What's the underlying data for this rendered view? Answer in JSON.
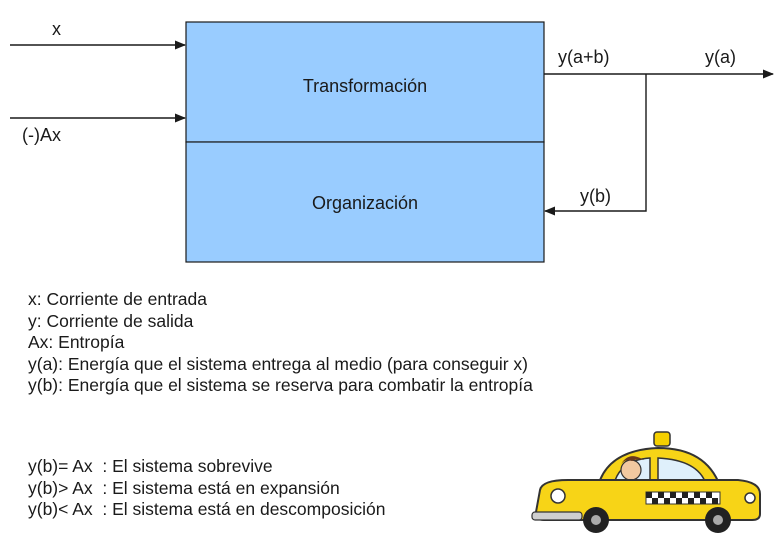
{
  "diagram": {
    "inputs": {
      "x": "x",
      "entropy": "(-)Ax"
    },
    "blocks": {
      "top": "Transformación",
      "bottom": "Organización"
    },
    "outputs": {
      "total": "y(a+b)",
      "environment": "y(a)",
      "feedback": "y(b)"
    },
    "colors": {
      "block_fill": "#99ccff",
      "line": "#1a1a1a"
    }
  },
  "legend": [
    "x: Corriente de entrada",
    "y: Corriente de salida",
    "Ax: Entropía",
    "y(a): Energía que el sistema entrega al medio (para conseguir x)",
    "y(b): Energía que el sistema se reserva para combatir la entropía"
  ],
  "rules": [
    "y(b)= Ax  : El sistema sobrevive",
    "y(b)> Ax  : El sistema está en expansión",
    "y(b)< Ax  : El sistema está en descomposición"
  ],
  "illustration": {
    "icon": "taxi-cartoon-icon"
  }
}
